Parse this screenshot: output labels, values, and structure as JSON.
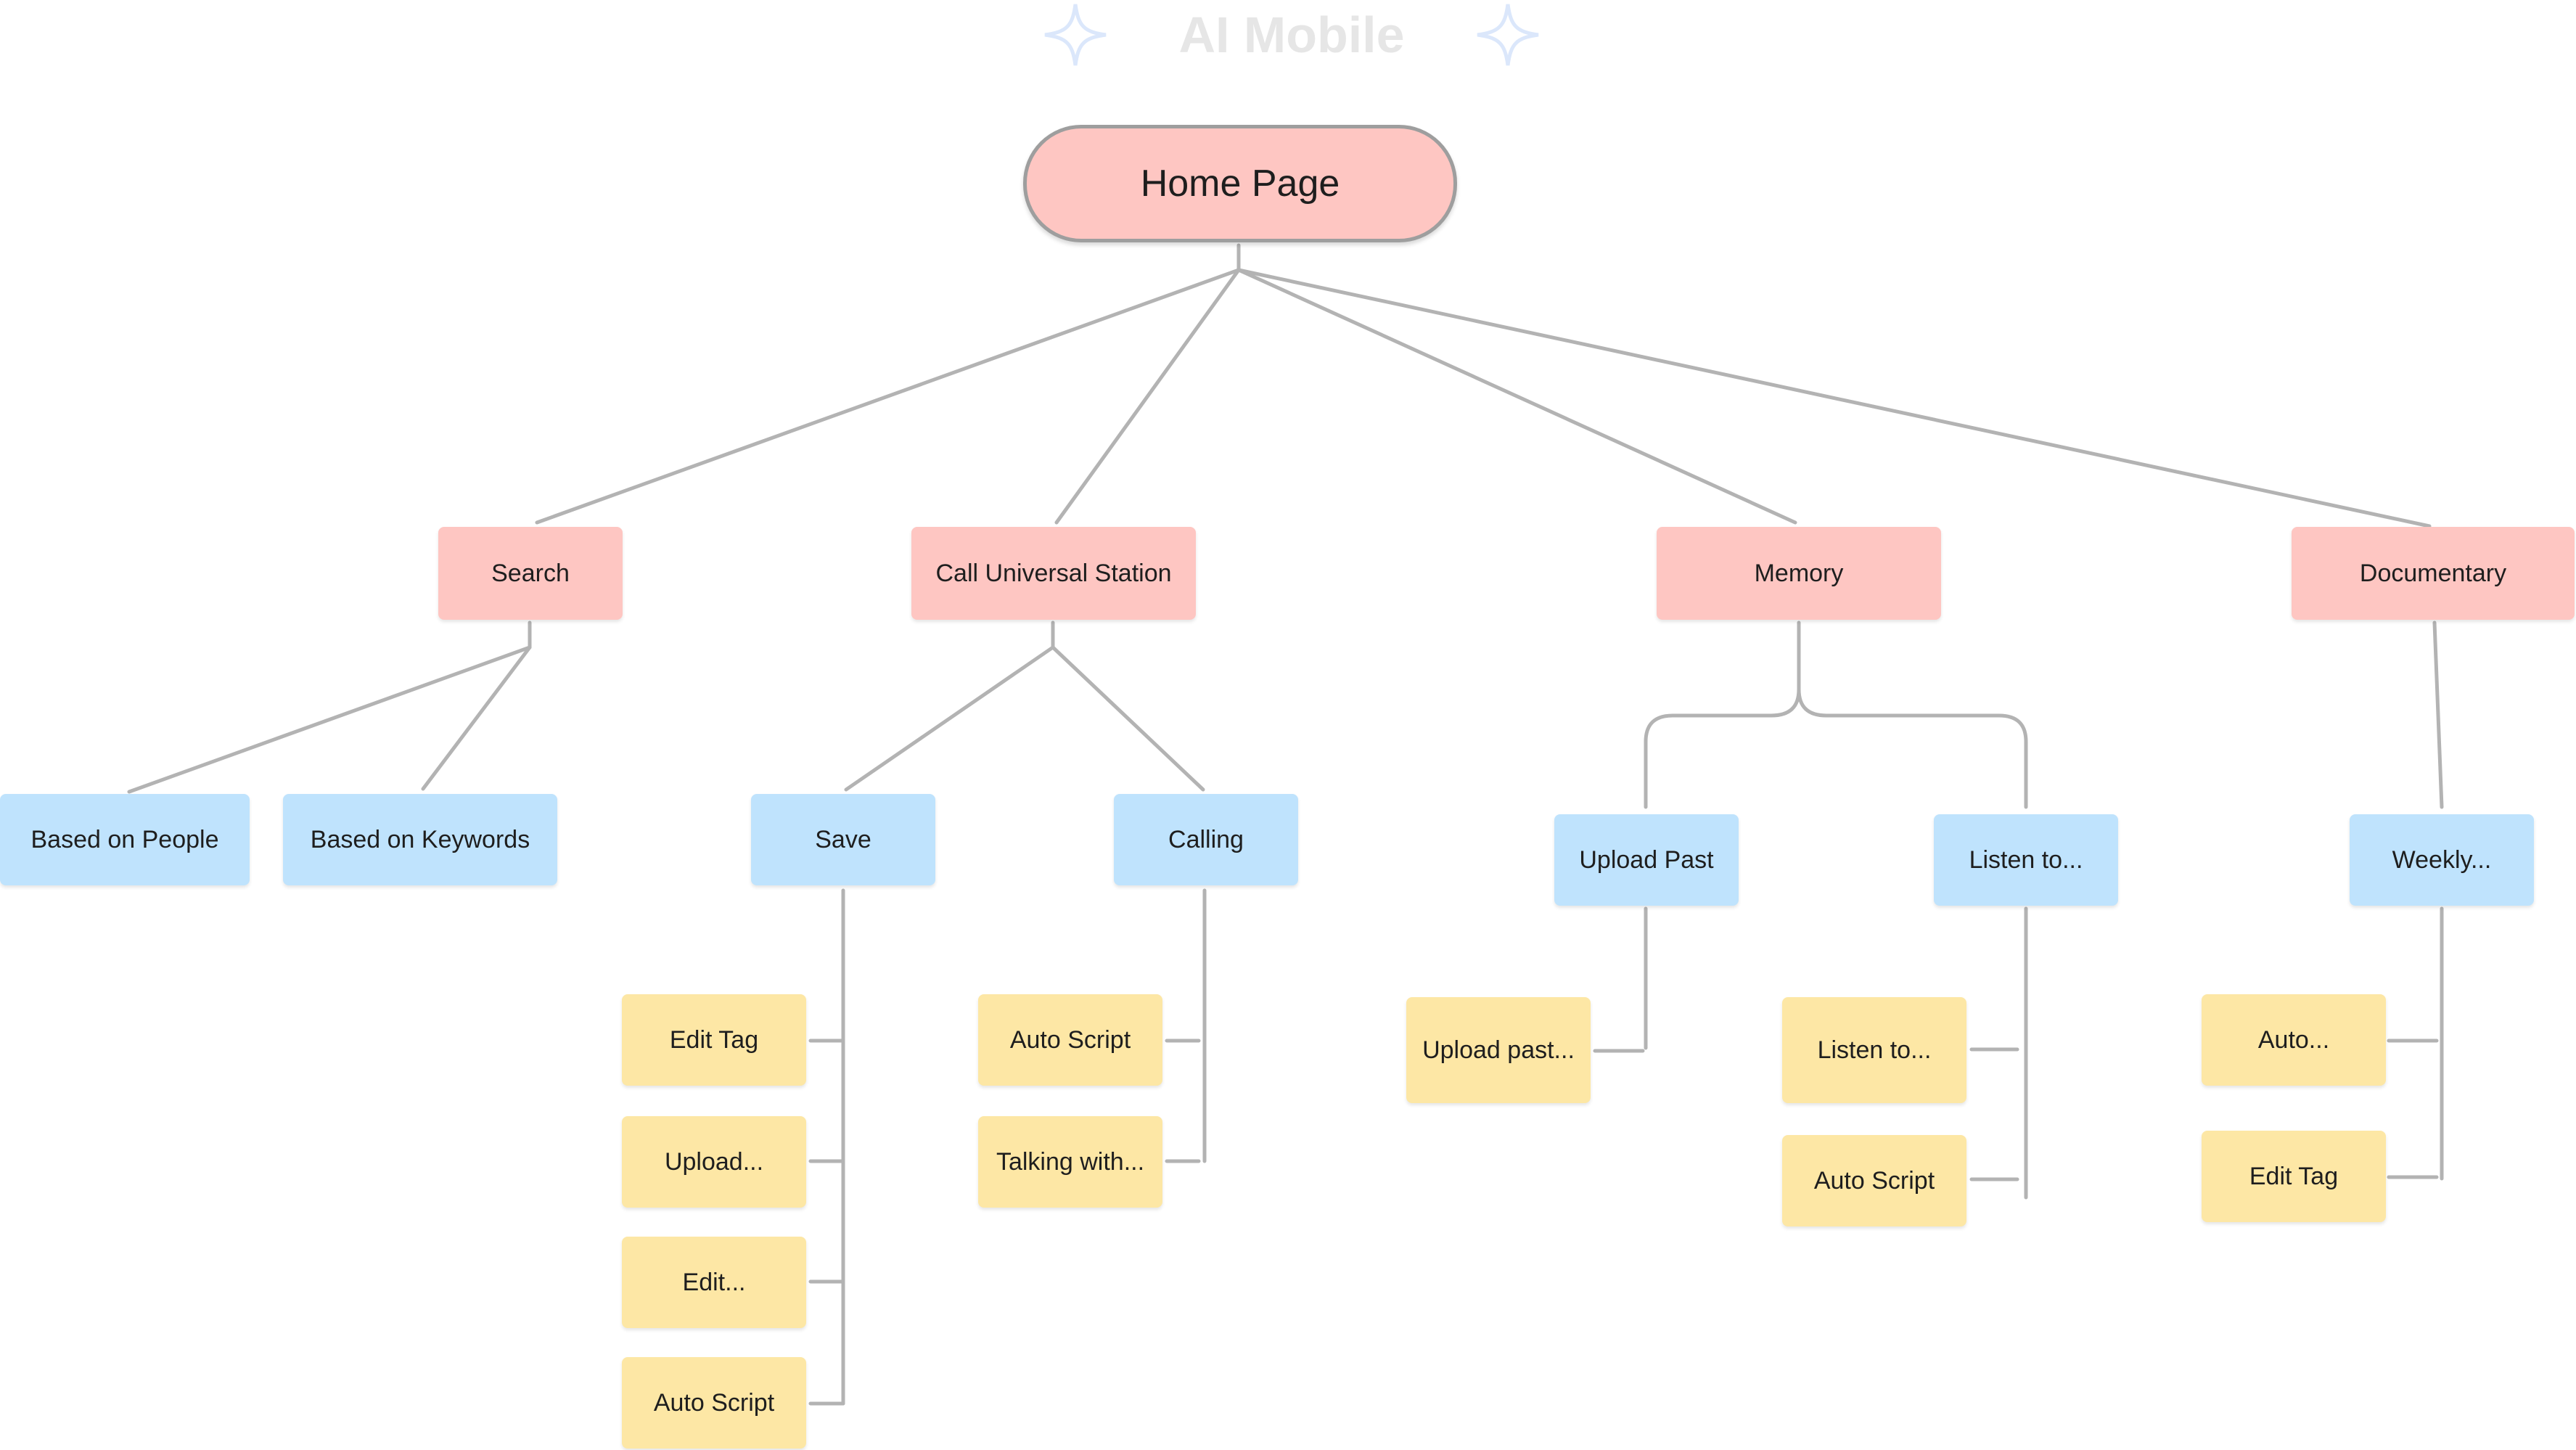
{
  "title": "AI Mobile",
  "colors": {
    "root": "#fec6c2",
    "level1": "#fec6c2",
    "level2": "#bfe3fd",
    "level3": "#fde7a5",
    "line": "#b3b3b3",
    "star": "#dbe7fb"
  },
  "icons": {
    "decoration": "sparkle-star-icon"
  },
  "root": {
    "label": "Home Page"
  },
  "level1": {
    "search": "Search",
    "call": "Call Universal Station",
    "memory": "Memory",
    "documentary": "Documentary"
  },
  "level2": {
    "based_people": "Based on People",
    "based_keywords": "Based on Keywords",
    "save": "Save",
    "calling": "Calling",
    "upload_past": "Upload Past",
    "listen": "Listen to...",
    "weekly": "Weekly..."
  },
  "level3": {
    "save_items": [
      "Edit Tag",
      "Upload...",
      "Edit...",
      "Auto Script"
    ],
    "calling_items": [
      "Auto Script",
      "Talking with..."
    ],
    "upload_past_items": [
      "Upload past..."
    ],
    "listen_items": [
      "Listen to...",
      "Auto Script"
    ],
    "weekly_items": [
      "Auto...",
      "Edit Tag"
    ]
  }
}
